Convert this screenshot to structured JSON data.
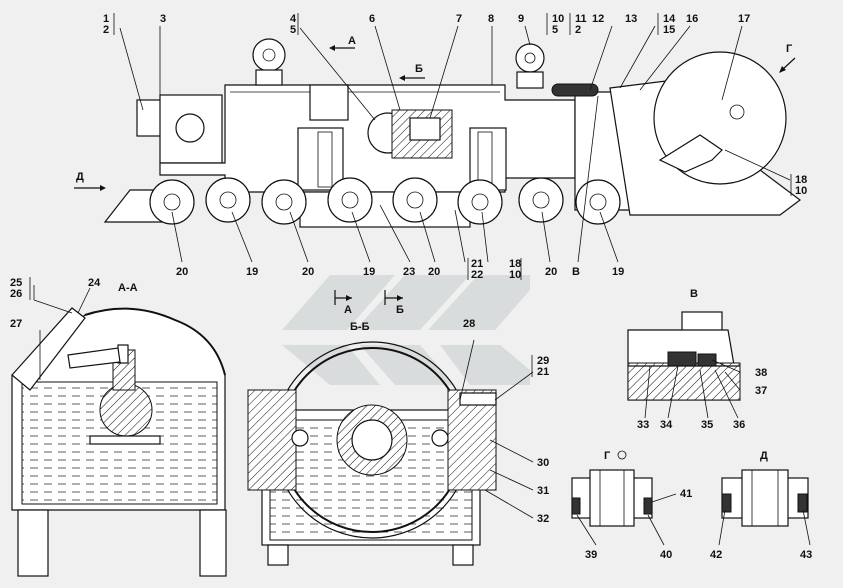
{
  "views": {
    "main": {
      "callouts_top": [
        "1",
        "2",
        "3",
        "4",
        "5",
        "6",
        "7",
        "8",
        "9",
        "10",
        "5",
        "11",
        "2",
        "12",
        "13",
        "14",
        "15",
        "16",
        "17"
      ],
      "callouts_right": [
        "18",
        "10"
      ],
      "callouts_bottom": [
        "20",
        "19",
        "20",
        "19",
        "23",
        "20",
        "21",
        "22",
        "18",
        "10",
        "20",
        "В",
        "19"
      ],
      "arrow_labels": [
        "А",
        "Б",
        "Г",
        "Д"
      ],
      "section_marks_below": [
        "А",
        "Б"
      ]
    },
    "section_aa": {
      "title": "А-А",
      "callouts": [
        "24",
        "25",
        "26",
        "27"
      ]
    },
    "section_bb": {
      "title": "Б-Б",
      "callouts": [
        "28",
        "29",
        "21",
        "30",
        "31",
        "32"
      ]
    },
    "detail_v": {
      "title": "В",
      "callouts": [
        "38",
        "37",
        "33",
        "34",
        "35",
        "36"
      ]
    },
    "view_g": {
      "title": "Г",
      "callouts": [
        "41",
        "39",
        "40"
      ]
    },
    "view_d": {
      "title": "Д",
      "callouts": [
        "42",
        "43"
      ]
    }
  },
  "colors": {
    "line": "#111111",
    "background": "#f0f0f0",
    "watermark": "#cfd3d3"
  },
  "logo": {
    "description": "watermark-emblem"
  }
}
